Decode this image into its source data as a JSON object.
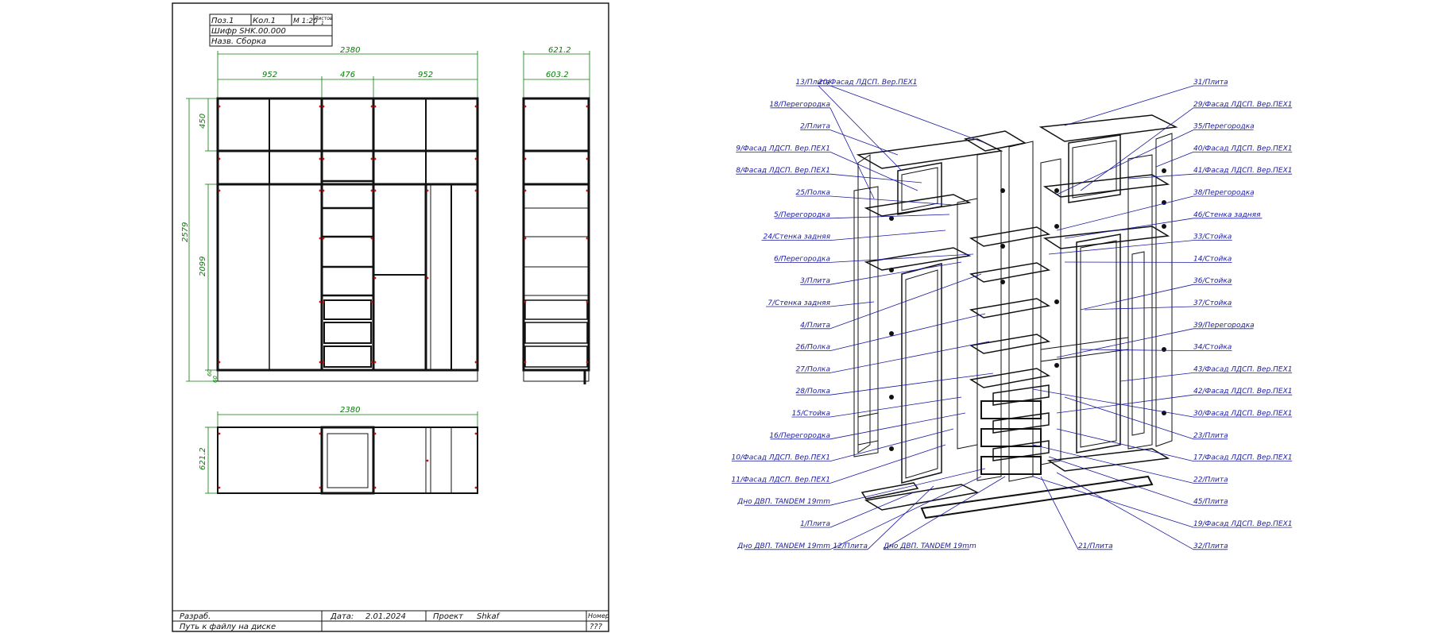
{
  "title_block": {
    "pos": "Поз.1",
    "qty": "Кол.1",
    "scale": "М 1:20",
    "sheet_label": "Листов",
    "sheet_num": "1",
    "cipher": "Шифр SHK.00.000",
    "name": "Назв. Сборка"
  },
  "footer": {
    "developer": "Разраб.",
    "date_label": "Дата:",
    "date_value": "2.01.2024",
    "project_label": "Проект",
    "project_value": "Shkaf",
    "number_label": "Номер",
    "path_label": "Путь к файлу на диске",
    "path_value": "???"
  },
  "front_view": {
    "overall_width": "2380",
    "col_left": "952",
    "col_mid": "476",
    "col_right": "952",
    "top_height": "450",
    "total_height": "2579",
    "body_height": "2099",
    "plinth_a": "60",
    "plinth_b": "60"
  },
  "side_view": {
    "depth_outer": "621.2",
    "depth_inner": "603.2"
  },
  "plan_view": {
    "width": "2380",
    "depth": "621.2"
  },
  "callouts_left": [
    "13/Плита",
    "18/Перегородка",
    "2/Плита",
    "9/Фасад ЛДСП. Вер.ПЕХ1",
    "8/Фасад ЛДСП. Вер.ПЕХ1",
    "25/Полка",
    "5/Перегородка",
    "24/Стенка задняя",
    "6/Перегородка",
    "3/Плита",
    "7/Стенка задняя",
    "4/Плита",
    "26/Полка",
    "27/Полка",
    "28/Полка",
    "15/Стойка",
    "16/Перегородка",
    "10/Фасад ЛДСП. Вер.ПЕХ1",
    "11/Фасад ЛДСП. Вер.ПЕХ1",
    "Дно ДВП. TANDEM 19mm",
    "1/Плита",
    "Дно ДВП. TANDEM 19mm"
  ],
  "callouts_top_extra": "20/Фасад ЛДСП. Вер.ПЕХ1",
  "callouts_right": [
    "31/Плита",
    "29/Фасад ЛДСП. Вер.ПЕХ1",
    "35/Перегородка",
    "40/Фасад ЛДСП. Вер.ПЕХ1",
    "41/Фасад ЛДСП. Вер.ПЕХ1",
    "38/Перегородка",
    "46/Стенка задняя",
    "33/Стойка",
    "14/Стойка",
    "36/Стойка",
    "37/Стойка",
    "39/Перегородка",
    "34/Стойка",
    "43/Фасад ЛДСП. Вер.ПЕХ1",
    "42/Фасад ЛДСП. Вер.ПЕХ1",
    "30/Фасад ЛДСП. Вер.ПЕХ1",
    "23/Плита",
    "17/Фасад ЛДСП. Вер.ПЕХ1",
    "22/Плита",
    "45/Плита",
    "19/Фасад ЛДСП. Вер.ПЕХ1",
    "32/Плита"
  ],
  "callouts_bottom": [
    "12/Плита",
    "Дно ДВП. TANDEM 19mm",
    "21/Плита"
  ]
}
